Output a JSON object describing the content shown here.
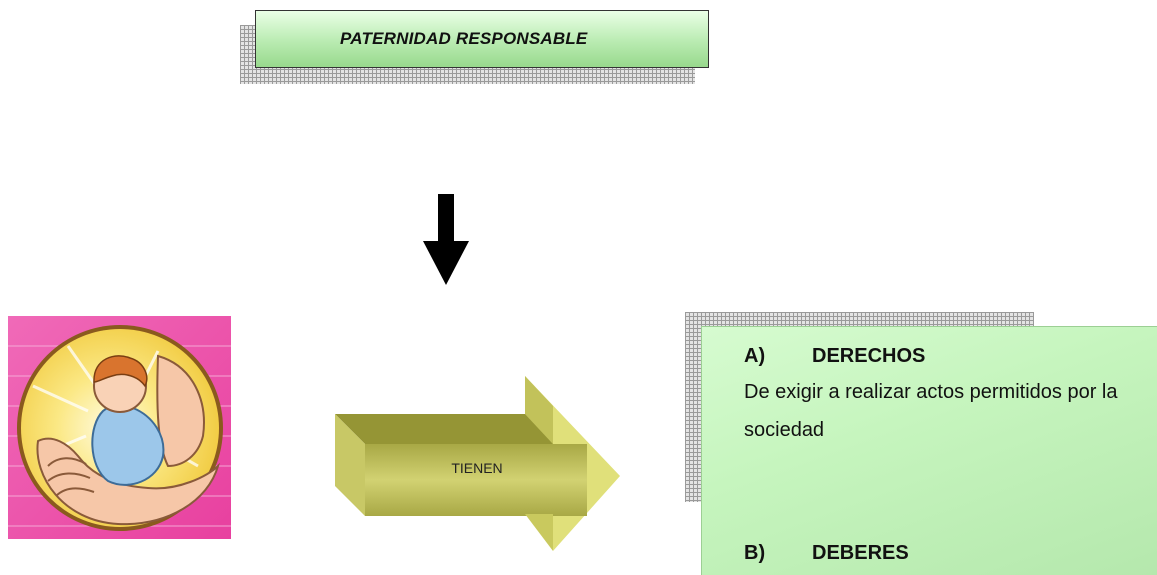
{
  "title": "PATERNIDAD RESPONSABLE",
  "arrow_label": "TIENEN",
  "sections": [
    {
      "letter": "A)",
      "heading": "DERECHOS",
      "body": "De exigir a realizar actos permitidos por la sociedad"
    },
    {
      "letter": "B)",
      "heading": "DEBERES"
    }
  ],
  "colors": {
    "title_fill": "#b9ebb1",
    "info_fill": "#c6f5be",
    "arrow_front": "#bdbd55",
    "arrow_head": "#e0e07a",
    "image_background": "#ee4fae",
    "image_circle": "#f3d94a"
  },
  "icons": {
    "image": "child-held-in-hand-image",
    "down_arrow": "down-arrow-icon"
  }
}
